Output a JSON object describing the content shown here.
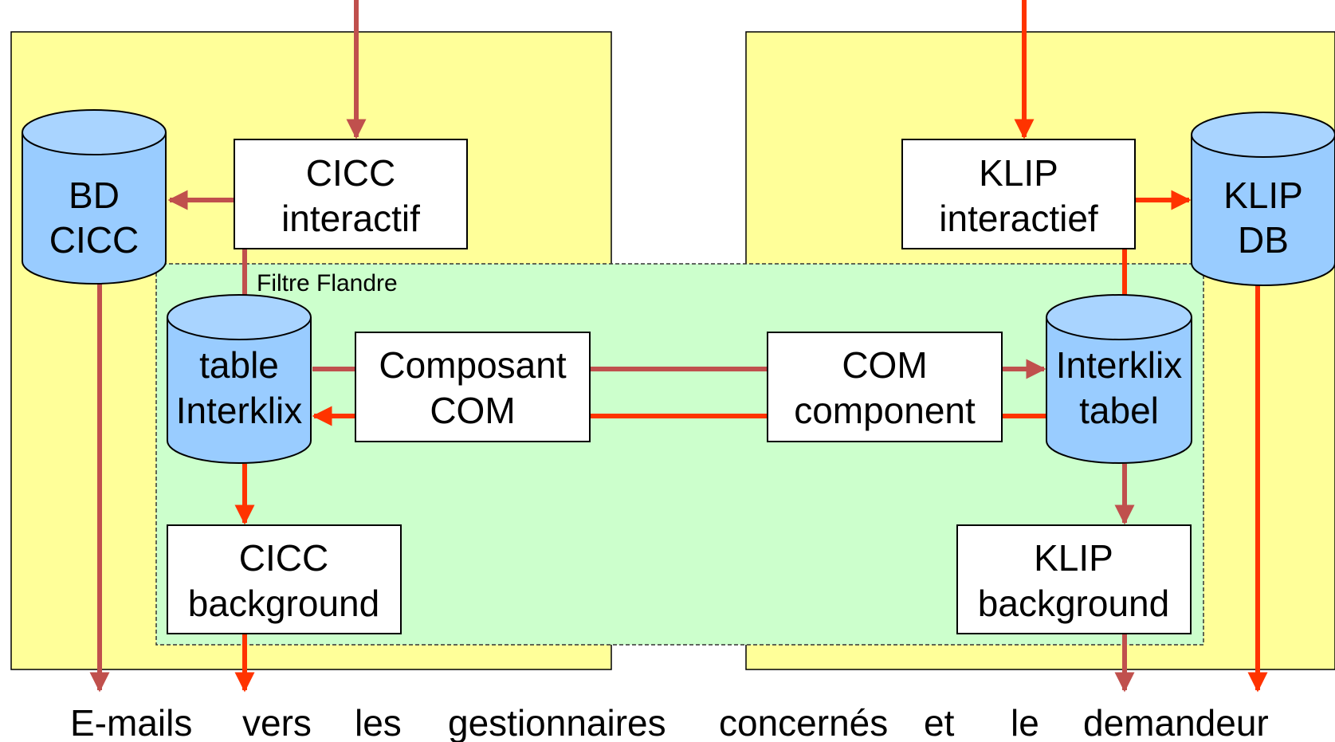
{
  "colors": {
    "region_fill": "#FFFF99",
    "filter_fill": "#CCFFCC",
    "db_fill": "#99CCFF",
    "db_top": "#A9D4FF",
    "arrow_dark_red": "#C0504D",
    "arrow_orange_red": "#FF3300",
    "box_fill": "#FFFFFF"
  },
  "filter": {
    "label": "Filtre Flandre"
  },
  "nodes": {
    "bd_cicc": {
      "line1": "BD",
      "line2": "CICC"
    },
    "cicc_interactif": {
      "line1": "CICC",
      "line2": "interactif"
    },
    "klip_interactief": {
      "line1": "KLIP",
      "line2": "interactief"
    },
    "klip_db": {
      "line1": "KLIP",
      "line2": "DB"
    },
    "table_interklix": {
      "line1": "table",
      "line2": "Interklix"
    },
    "composant_com": {
      "line1": "Composant",
      "line2": "COM"
    },
    "com_component": {
      "line1": "COM",
      "line2": "component"
    },
    "interklix_tabel": {
      "line1": "Interklix",
      "line2": "tabel"
    },
    "cicc_background": {
      "line1": "CICC",
      "line2": "background"
    },
    "klip_background": {
      "line1": "KLIP",
      "line2": "background"
    }
  },
  "footer": {
    "words": [
      "E-mails",
      "vers",
      "les",
      "gestionnaires",
      "concernés",
      "et",
      "le",
      "demandeur"
    ]
  }
}
